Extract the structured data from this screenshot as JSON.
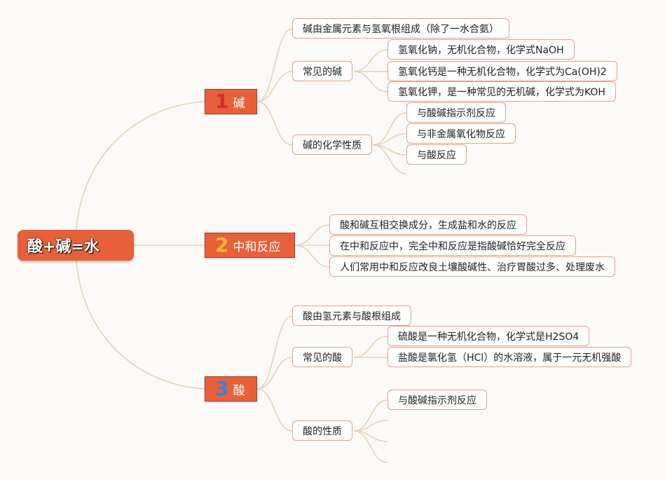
{
  "root": {
    "label": "酸+碱=水"
  },
  "colors": {
    "accent": "#e7603a",
    "line": "#e5d3b8",
    "num1": "#d32f2f",
    "num2": "#f5b731",
    "num3": "#3d7fd9"
  },
  "branches": [
    {
      "number": "1",
      "label": "碱",
      "children": [
        {
          "label": "碱由金属元素与氢氧根组成（除了一水合氨）"
        },
        {
          "label": "常见的碱",
          "children": [
            {
              "label": "氢氧化钠，无机化合物，化学式NaOH"
            },
            {
              "label": "氢氧化钙是一种无机化合物，化学式为Ca(OH)2"
            },
            {
              "label": "氢氧化钾，是一种常见的无机碱，化学式为KOH"
            }
          ]
        },
        {
          "label": "碱的化学性质",
          "children": [
            {
              "label": "与酸碱指示剂反应"
            },
            {
              "label": "与非金属氧化物反应"
            },
            {
              "label": "与酸反应"
            }
          ]
        }
      ]
    },
    {
      "number": "2",
      "label": "中和反应",
      "children": [
        {
          "label": "酸和碱互相交换成分，生成盐和水的反应"
        },
        {
          "label": "在中和反应中，完全中和反应是指酸碱恰好完全反应"
        },
        {
          "label": "人们常用中和反应改良土壤酸碱性、治疗胃酸过多、处理废水"
        }
      ]
    },
    {
      "number": "3",
      "label": "酸",
      "children": [
        {
          "label": "酸由氢元素与酸根组成"
        },
        {
          "label": "常见的酸",
          "children": [
            {
              "label": "硫酸是一种无机化合物，化学式是H2SO4"
            },
            {
              "label": "盐酸是氯化氢（HCl）的水溶液，属于一元无机强酸"
            }
          ]
        },
        {
          "label": "酸的性质",
          "children": [
            {
              "label": "与酸碱指示剂反应"
            }
          ]
        }
      ]
    }
  ]
}
